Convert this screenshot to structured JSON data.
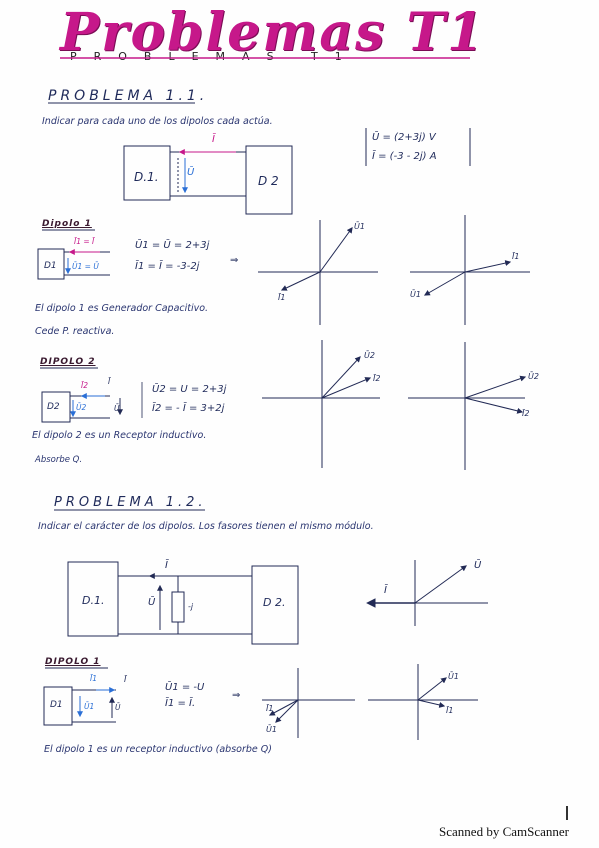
{
  "header": {
    "title": "Problemas T1",
    "subtitle": "PROBLEMAS T1"
  },
  "p11": {
    "heading": "PROBLEMA 1.1.",
    "statement": "Indicar para cada uno de los dipolos cada actúa.",
    "box1": "D.1.",
    "box2": "D 2",
    "label_I": "Ī",
    "label_U": "Ū",
    "given_u": "Ū = (2+3j)   V",
    "given_i": "Ī = (-3 - 2j)   A",
    "d1": {
      "heading": "Dipolo 1",
      "box": "D1",
      "label_i": "Ī1 = Ī",
      "label_u": "Ū1 = Ū",
      "eq1": "Ū1 = Ū = 2+3j",
      "eq2": "Ī1 = Ī = -3-2j",
      "arrow": "⇒",
      "vec_u": "Ū1",
      "vec_i": "Ī1",
      "vec_i2": "Ī1",
      "vec_u2": "Ū1",
      "concl1": "El dipolo 1 es Generador Capacitivo.",
      "concl2": "Cede P. reactiva."
    },
    "d2": {
      "heading": "DIPOLO 2",
      "box": "D2",
      "label_i": "Ī2",
      "label_I": "Ī",
      "label_u": "Ū2",
      "label_U": "Ū",
      "eq1": "Ū2 = U = 2+3j",
      "eq2": "Ī2 = - Ī = 3+2j",
      "vec_u": "Ū2",
      "vec_i": "Ī2",
      "vec_u2": "Ū2",
      "vec_i2": "Ī2",
      "concl1": "El dipolo 2 es un Receptor inductivo.",
      "concl2": "Absorbe Q."
    }
  },
  "p12": {
    "heading": "PROBLEMA 1.2.",
    "statement": "Indicar el carácter de los dipolos. Los fasores tienen el mismo módulo.",
    "box1": "D.1.",
    "box2": "D 2.",
    "label_I": "Ī",
    "label_U": "Ū",
    "label_j": "-j",
    "vec_u": "Ū",
    "vec_i": "Ī",
    "d1": {
      "heading": "DIPOLO 1",
      "box": "D1",
      "label_i": "Ī1",
      "label_I": "Ī",
      "label_u": "Ū1",
      "label_U": "Ū",
      "eq1": "Ū1 = -U",
      "eq2": "Ī1 = Ī.",
      "arrow": "⇒",
      "vec_i": "Ī1",
      "vec_u": "Ū1",
      "vec_u2": "Ū1",
      "vec_i2": "Ī1",
      "concl": "El dipolo 1 es un receptor inductivo (absorbe Q)"
    }
  },
  "footer": "Scanned by CamScanner"
}
